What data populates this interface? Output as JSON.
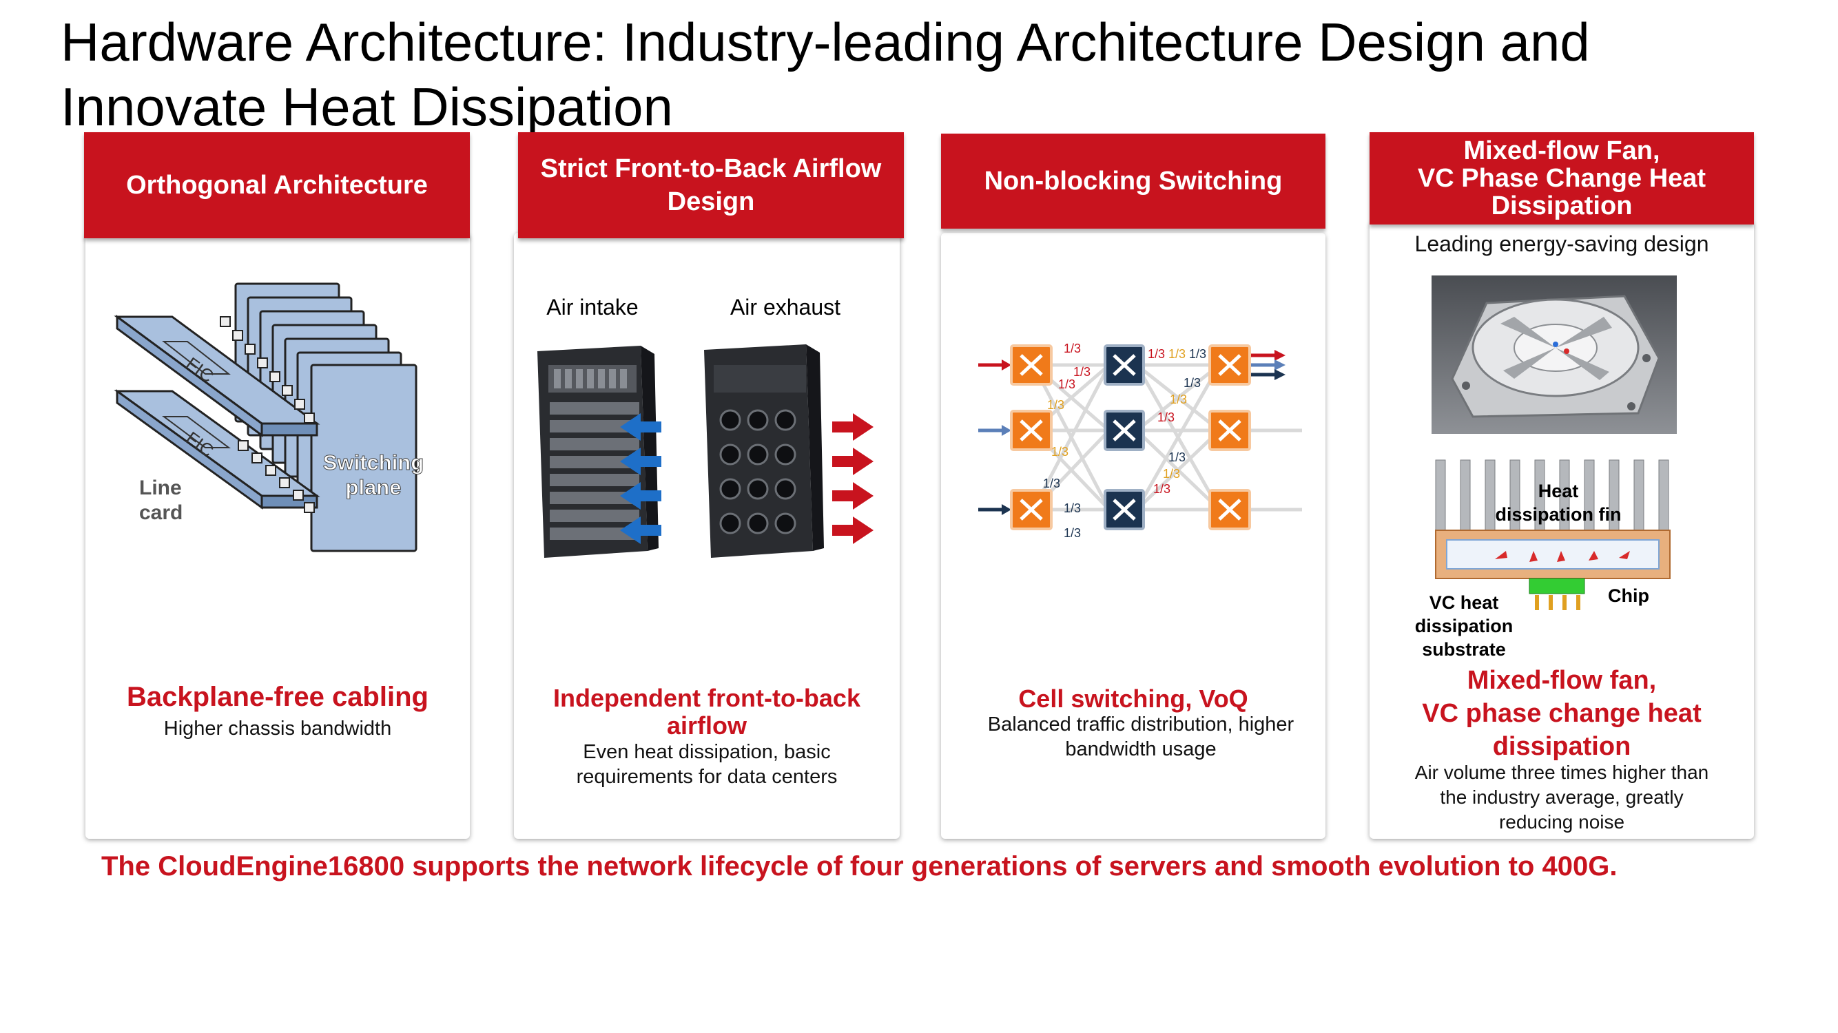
{
  "slide": {
    "title_line1": "Hardware Architecture: Industry-leading Architecture Design and",
    "title_line2": "Innovate Heat Dissipation",
    "footer": "The CloudEngine16800 supports the network lifecycle of four generations of servers and smooth evolution to 400G."
  },
  "cards": [
    {
      "header": "Orthogonal Architecture",
      "diagram": {
        "fic_label": "FIC",
        "line_card_1": "Line",
        "line_card_2": "card",
        "switch_1": "Switching",
        "switch_2": "plane"
      },
      "headline": "Backplane-free cabling",
      "desc_1": "Higher chassis bandwidth"
    },
    {
      "header_1": "Strict Front-to-Back Airflow",
      "header_2": "Design",
      "intake_label": "Air intake",
      "exhaust_label": "Air exhaust",
      "headline_1": "Independent front-to-back",
      "headline_2": "airflow",
      "desc_1": "Even heat dissipation, basic",
      "desc_2": "requirements for data centers"
    },
    {
      "header": "Non-blocking Switching",
      "fraction": "1/3",
      "headline": "Cell switching, VoQ",
      "desc_1": "Balanced traffic distribution, higher",
      "desc_2": "bandwidth usage"
    },
    {
      "header_1": "Mixed-flow Fan,",
      "header_2": "VC Phase Change Heat",
      "header_3": "Dissipation",
      "tagline": "Leading energy-saving design",
      "fin_1": "Heat",
      "fin_2": "dissipation fin",
      "chip": "Chip",
      "vc_1": "VC heat",
      "vc_2": "dissipation",
      "vc_3": "substrate",
      "headline_1": "Mixed-flow fan,",
      "headline_2": "VC phase change heat",
      "headline_3": "dissipation",
      "desc_1": "Air volume three times higher than",
      "desc_2": "the industry average, greatly",
      "desc_3": "reducing noise"
    }
  ],
  "colors": {
    "brand_red": "#c8131e",
    "panel_blue": "#a9c0de",
    "chip_orange": "#f07a1a",
    "switch_navy": "#1b3350"
  }
}
